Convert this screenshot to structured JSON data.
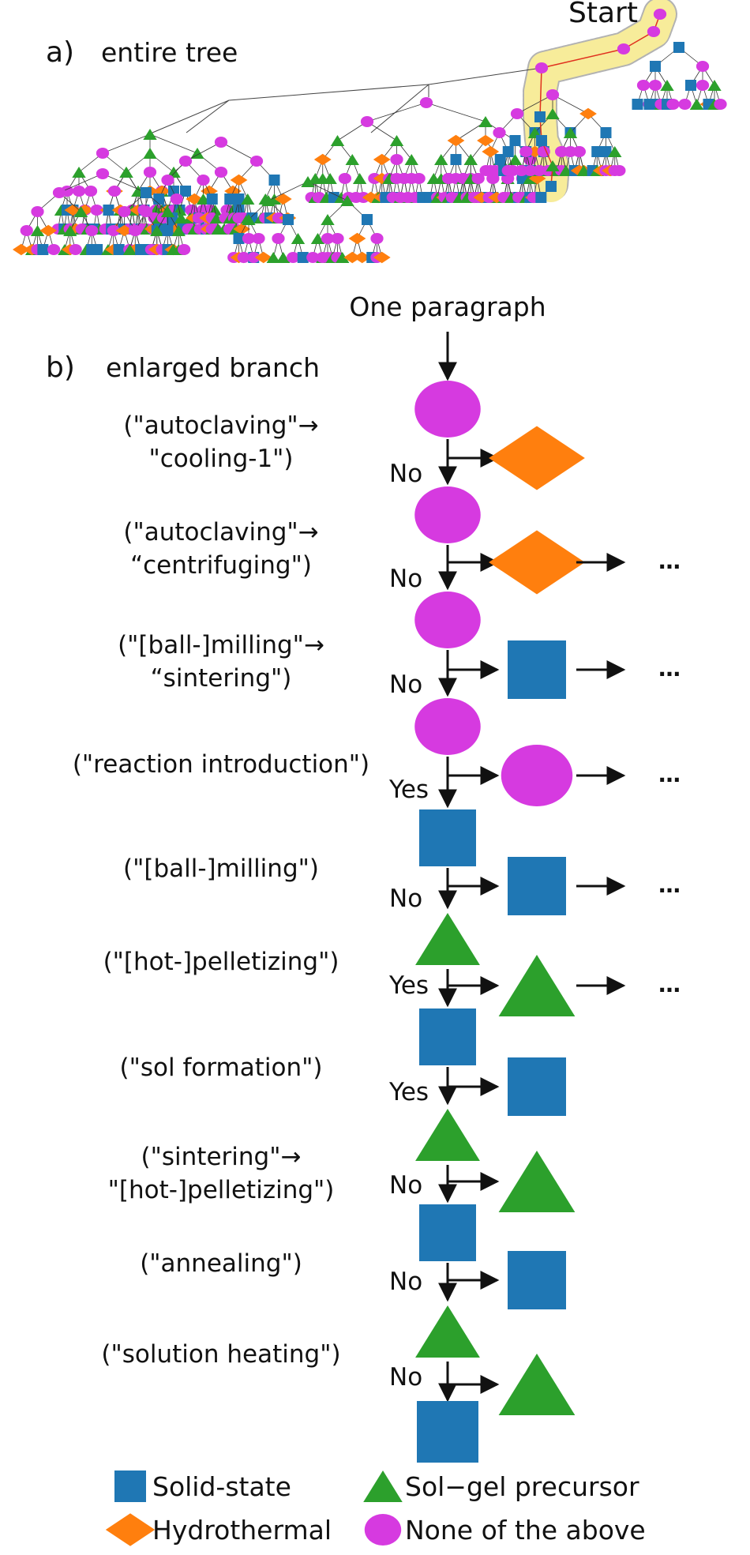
{
  "colors": {
    "solid_state": "#1f77b4",
    "hydrothermal": "#ff7f0e",
    "sol_gel": "#2ca02c",
    "none": "#d63ae0",
    "highlight": "#f7ec9a",
    "path": "#e0301e",
    "edge": "#111111"
  },
  "panel_a": {
    "label": "a)",
    "title": "entire tree",
    "start_label": "Start"
  },
  "panel_b": {
    "label": "b)",
    "title": "enlarged branch",
    "input_label": "One paragraph",
    "continuation": "…",
    "steps": [
      {
        "condition_lines": [
          "(\"autoclaving\"→",
          "\"cooling-1\")"
        ],
        "answer": "No",
        "node": "none",
        "side": "hydrothermal",
        "continues": false
      },
      {
        "condition_lines": [
          "(\"autoclaving\"→",
          "“centrifuging\")"
        ],
        "answer": "No",
        "node": "none",
        "side": "hydrothermal",
        "continues": true
      },
      {
        "condition_lines": [
          "(\"[ball-]milling\"→",
          "“sintering\")"
        ],
        "answer": "No",
        "node": "none",
        "side": "solid_state",
        "continues": true
      },
      {
        "condition_lines": [
          "(\"reaction introduction\")"
        ],
        "answer": "Yes",
        "node": "none",
        "side": "none",
        "continues": true
      },
      {
        "condition_lines": [
          "(\"[ball-]milling\")"
        ],
        "answer": "No",
        "node": "solid_state",
        "side": "solid_state",
        "continues": true
      },
      {
        "condition_lines": [
          "(\"[hot-]pelletizing\")"
        ],
        "answer": "Yes",
        "node": "sol_gel",
        "side": "sol_gel",
        "continues": true
      },
      {
        "condition_lines": [
          "(\"sol formation\")"
        ],
        "answer": "Yes",
        "node": "solid_state",
        "side": "solid_state",
        "continues": false
      },
      {
        "condition_lines": [
          "(\"sintering\"→",
          "\"[hot-]pelletizing\")"
        ],
        "answer": "No",
        "node": "sol_gel",
        "side": "sol_gel",
        "continues": false
      },
      {
        "condition_lines": [
          "(\"annealing\")"
        ],
        "answer": "No",
        "node": "solid_state",
        "side": "solid_state",
        "continues": false
      },
      {
        "condition_lines": [
          "(\"solution heating\")"
        ],
        "answer": "No",
        "node": "sol_gel",
        "side": "sol_gel",
        "continues": false
      }
    ],
    "final_node": "solid_state"
  },
  "legend": [
    {
      "key": "solid_state",
      "label": "Solid-state"
    },
    {
      "key": "sol_gel",
      "label": "Sol−gel precursor"
    },
    {
      "key": "hydrothermal",
      "label": "Hydrothermal"
    },
    {
      "key": "none",
      "label": "None of the above"
    }
  ]
}
